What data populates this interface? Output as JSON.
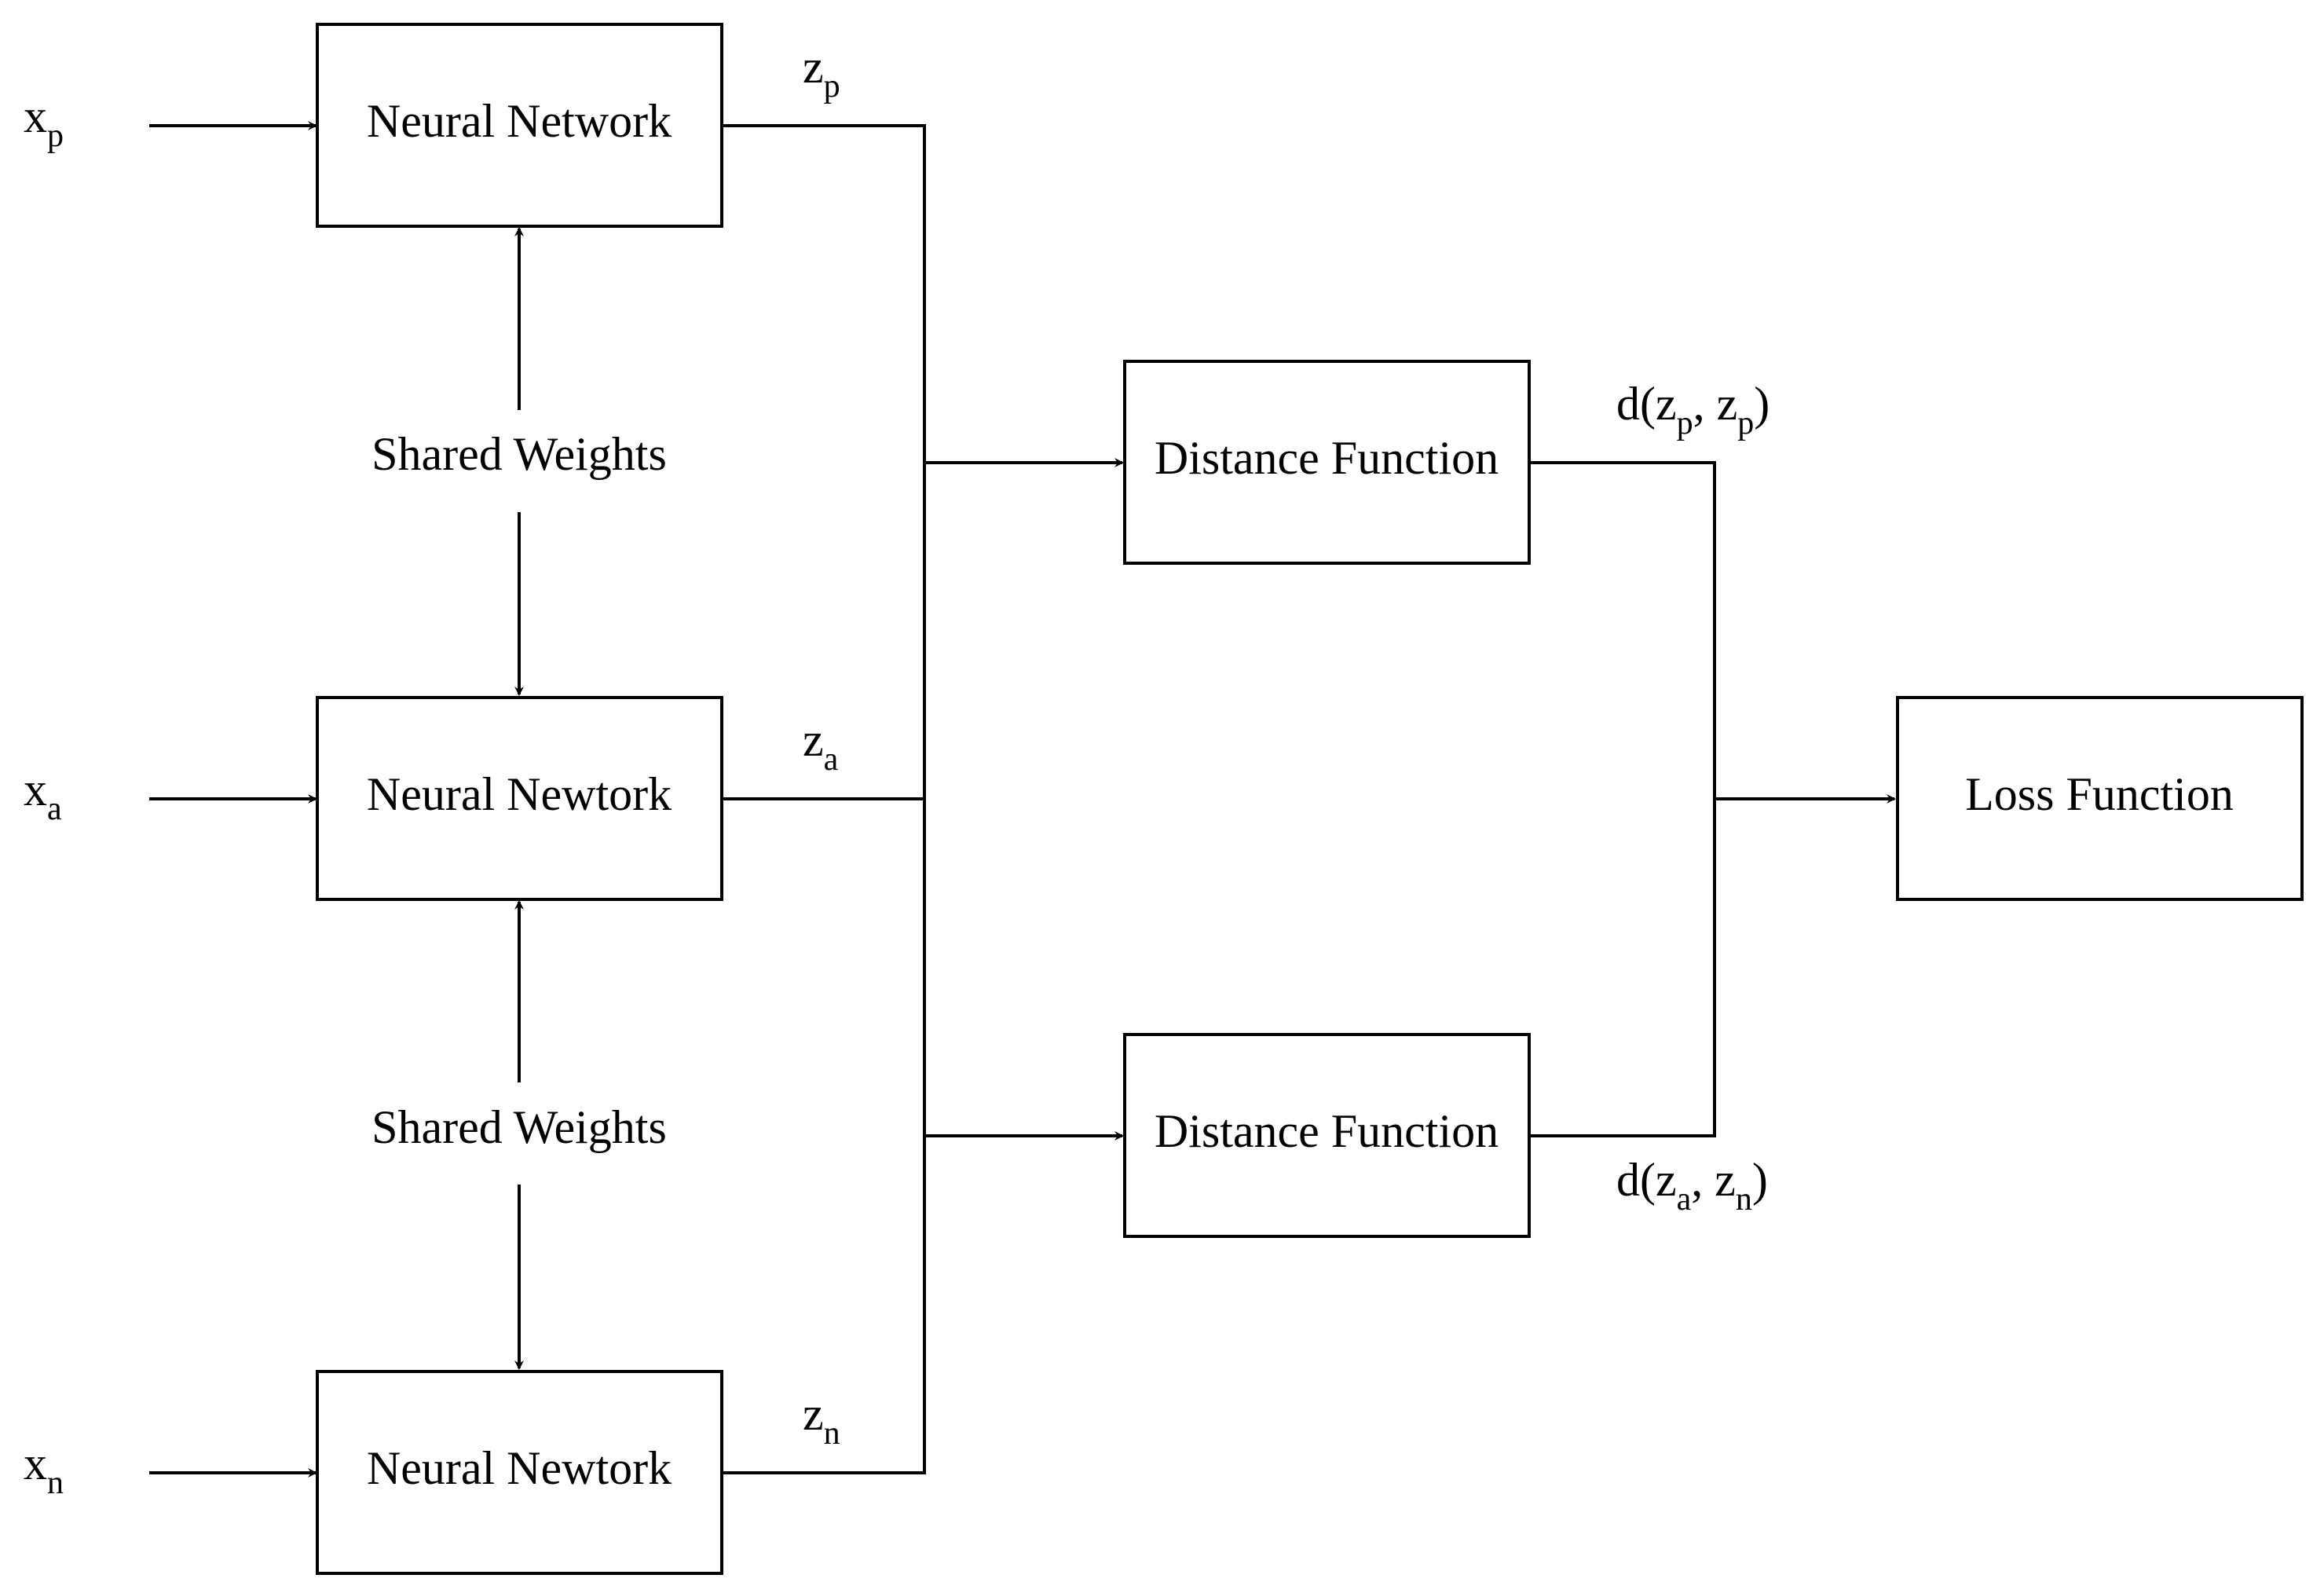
{
  "diagram": {
    "inputs": {
      "p": {
        "base": "x",
        "sub": "p"
      },
      "a": {
        "base": "x",
        "sub": "a"
      },
      "n": {
        "base": "x",
        "sub": "n"
      }
    },
    "networks": {
      "p": "Neural Network",
      "a": "Neural Newtork",
      "n": "Neural Newtork"
    },
    "embeddings": {
      "p": {
        "base": "z",
        "sub": "p"
      },
      "a": {
        "base": "z",
        "sub": "a"
      },
      "n": {
        "base": "z",
        "sub": "n"
      }
    },
    "shared_weights": {
      "top": "Shared Weights",
      "bottom": "Shared Weights"
    },
    "distance_functions": {
      "top": "Distance Function",
      "bottom": "Distance Function"
    },
    "distance_outputs": {
      "top": {
        "open": "d(",
        "a_base": "z",
        "a_sub": "p",
        "sep": ", ",
        "b_base": "z",
        "b_sub": "p",
        "close": ")"
      },
      "bottom": {
        "open": "d(",
        "a_base": "z",
        "a_sub": "a",
        "sep": ", ",
        "b_base": "z",
        "b_sub": "n",
        "close": ")"
      }
    },
    "loss_function": "Loss Function"
  }
}
